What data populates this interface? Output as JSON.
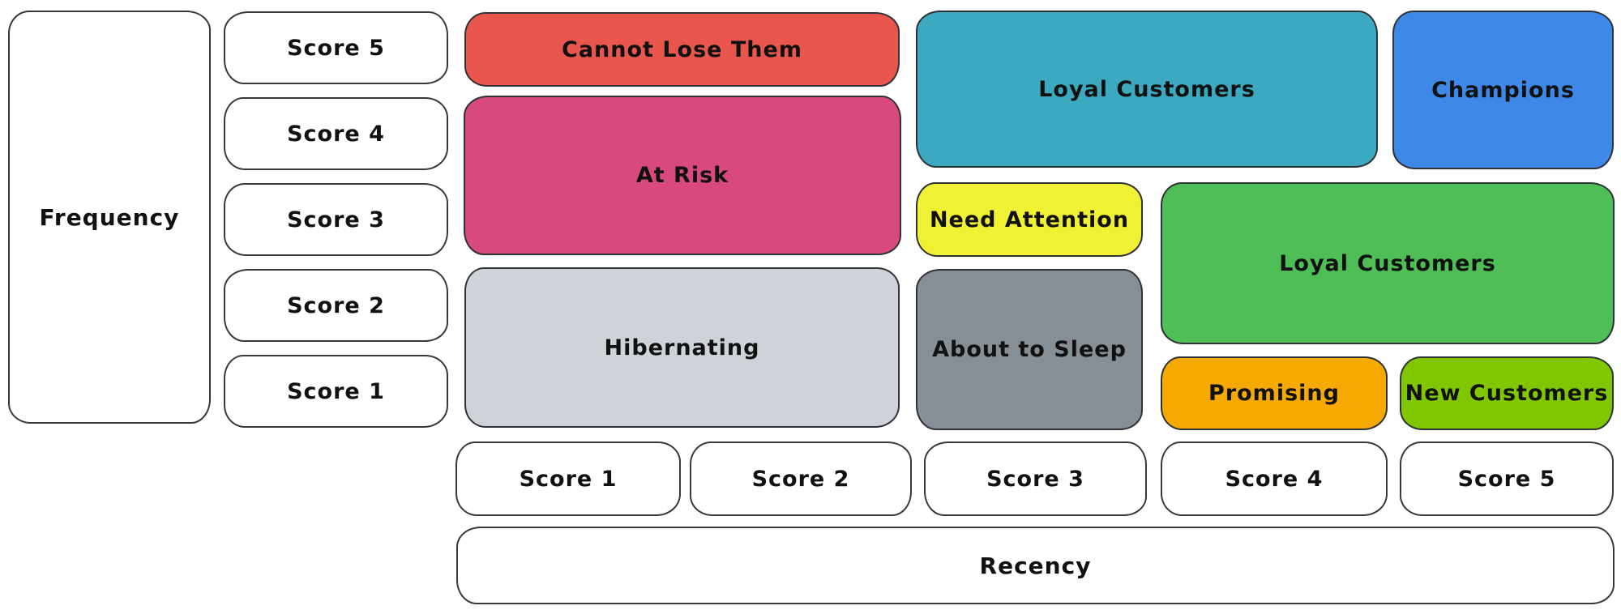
{
  "diagram": {
    "kind": "RFM customer segmentation matrix",
    "style": "hand-drawn whiteboard"
  },
  "axes": {
    "frequency": {
      "label": "Frequency",
      "scores": [
        "Score 5",
        "Score 4",
        "Score 3",
        "Score 2",
        "Score 1"
      ]
    },
    "recency": {
      "label": "Recency",
      "scores": [
        "Score 1",
        "Score 2",
        "Score 3",
        "Score 4",
        "Score 5"
      ]
    }
  },
  "segments": [
    {
      "id": "cannot-lose-them",
      "label": "Cannot Lose Them",
      "color": "#e9564e",
      "recency_scores": "1-2",
      "frequency_scores": "5"
    },
    {
      "id": "at-risk",
      "label": "At Risk",
      "color": "#d84a7e",
      "recency_scores": "1-2",
      "frequency_scores": "3-4"
    },
    {
      "id": "hibernating",
      "label": "Hibernating",
      "color": "#ced3da",
      "recency_scores": "1-2",
      "frequency_scores": "1-2"
    },
    {
      "id": "loyal-customers-upper",
      "label": "Loyal Customers",
      "color": "#3da9c0",
      "recency_scores": "3-4",
      "frequency_scores": "4-5"
    },
    {
      "id": "champions",
      "label": "Champions",
      "color": "#3e88e8",
      "recency_scores": "5",
      "frequency_scores": "4-5"
    },
    {
      "id": "need-attention",
      "label": "Need Attention",
      "color": "#f0f135",
      "recency_scores": "3",
      "frequency_scores": "3"
    },
    {
      "id": "loyal-customers-lower",
      "label": "Loyal Customers",
      "color": "#4fbe56",
      "recency_scores": "4-5",
      "frequency_scores": "2-3"
    },
    {
      "id": "about-to-sleep",
      "label": "About to Sleep",
      "color": "#868e96",
      "recency_scores": "3",
      "frequency_scores": "1-2"
    },
    {
      "id": "promising",
      "label": "Promising",
      "color": "#f6a902",
      "recency_scores": "4",
      "frequency_scores": "1"
    },
    {
      "id": "new-customers",
      "label": "New Customers",
      "color": "#80c702",
      "recency_scores": "5",
      "frequency_scores": "1"
    }
  ]
}
